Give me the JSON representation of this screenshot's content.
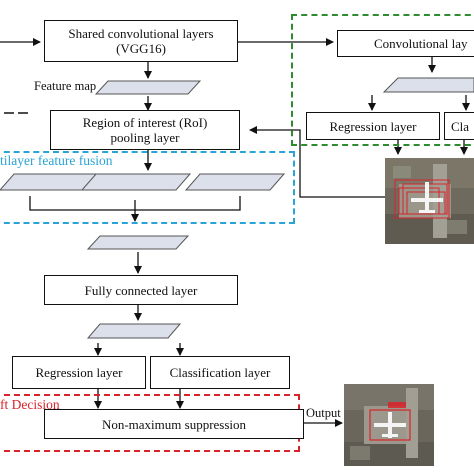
{
  "nodes": {
    "shared_conv": "Shared convolutional layers",
    "shared_conv_sub": "(VGG16)",
    "feature_map": "Feature map",
    "roi_pool_line1": "Region of interest (RoI)",
    "roi_pool_line2": "pooling layer",
    "fusion_label": "tilayer feature fusion",
    "fully_connected": "Fully connected layer",
    "regression_bottom": "Regression layer",
    "classification_bottom": "Classification layer",
    "soft_decision": "ft Decision",
    "nms": "Non-maximum suppression",
    "output": "Output",
    "conv_right": "Convolutional lay",
    "regression_right": "Regression layer",
    "classification_right": "Cla"
  },
  "colors": {
    "green_frame": "#2e8b2e",
    "blue_frame": "#2aa3d6",
    "red_frame": "#d9232a",
    "plane_fill": "#dce0ea"
  },
  "icons": {
    "input_image": "aerial-airport-image",
    "output_image": "aerial-airport-detection-image"
  }
}
